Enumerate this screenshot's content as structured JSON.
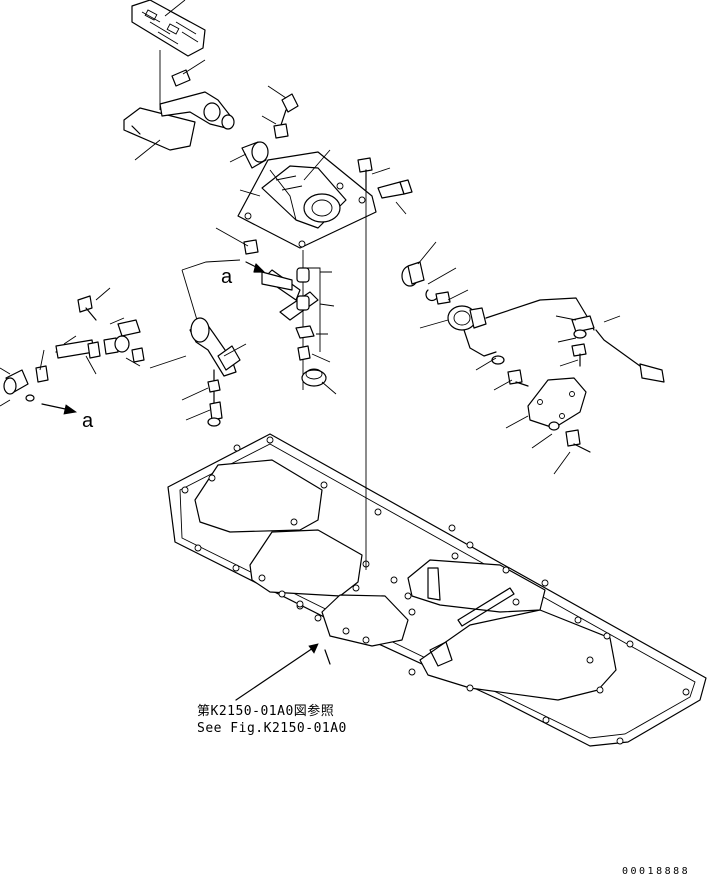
{
  "reference": {
    "line_jp": "第K2150-01A0図参照",
    "line_en": "See Fig.K2150-01A0"
  },
  "arrow_labels": {
    "upper": "a",
    "lower": "a"
  },
  "document_number": "00018888"
}
